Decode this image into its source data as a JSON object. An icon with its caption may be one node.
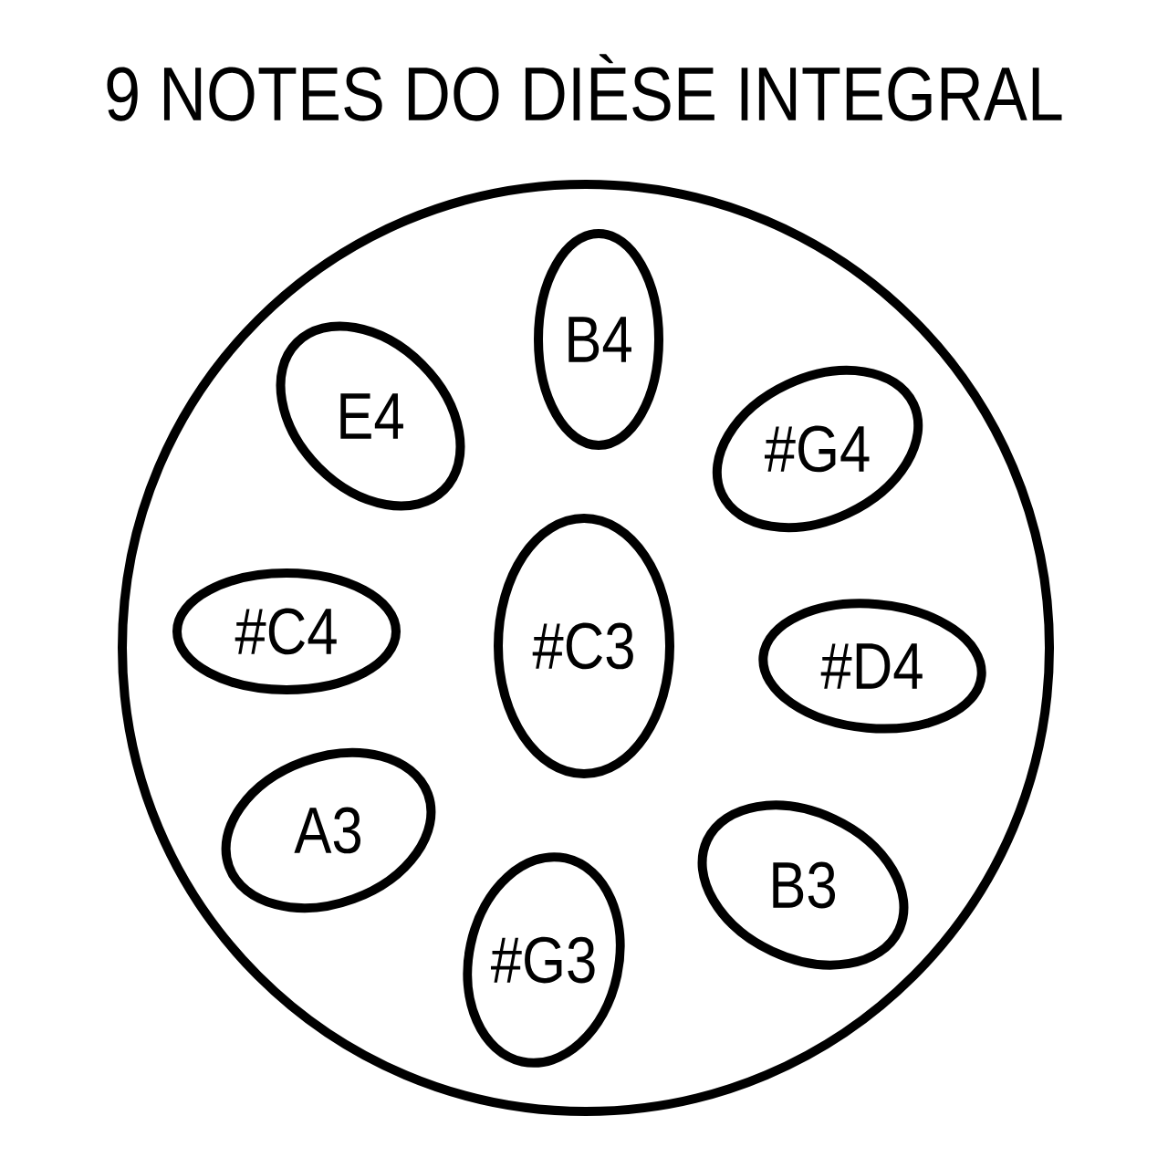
{
  "diagram": {
    "title": "9 NOTES DO DIÈSE INTEGRAL",
    "nodes": [
      {
        "text": [],
        "shape": "circle"
      },
      {
        "text": [
          "B4"
        ],
        "in": 0
      },
      {
        "text": [
          "E4"
        ],
        "in": 0
      },
      {
        "text": [
          "#G4"
        ],
        "in": 0
      },
      {
        "text": [
          "#C4"
        ],
        "in": 0
      },
      {
        "text": [
          "#C3"
        ],
        "in": 0
      },
      {
        "text": [
          "#D4"
        ],
        "in": 0
      },
      {
        "text": [
          "A3"
        ],
        "in": 0
      },
      {
        "text": [
          "B3"
        ],
        "in": 0
      },
      {
        "text": [
          "#G3"
        ],
        "in": 0
      }
    ]
  }
}
